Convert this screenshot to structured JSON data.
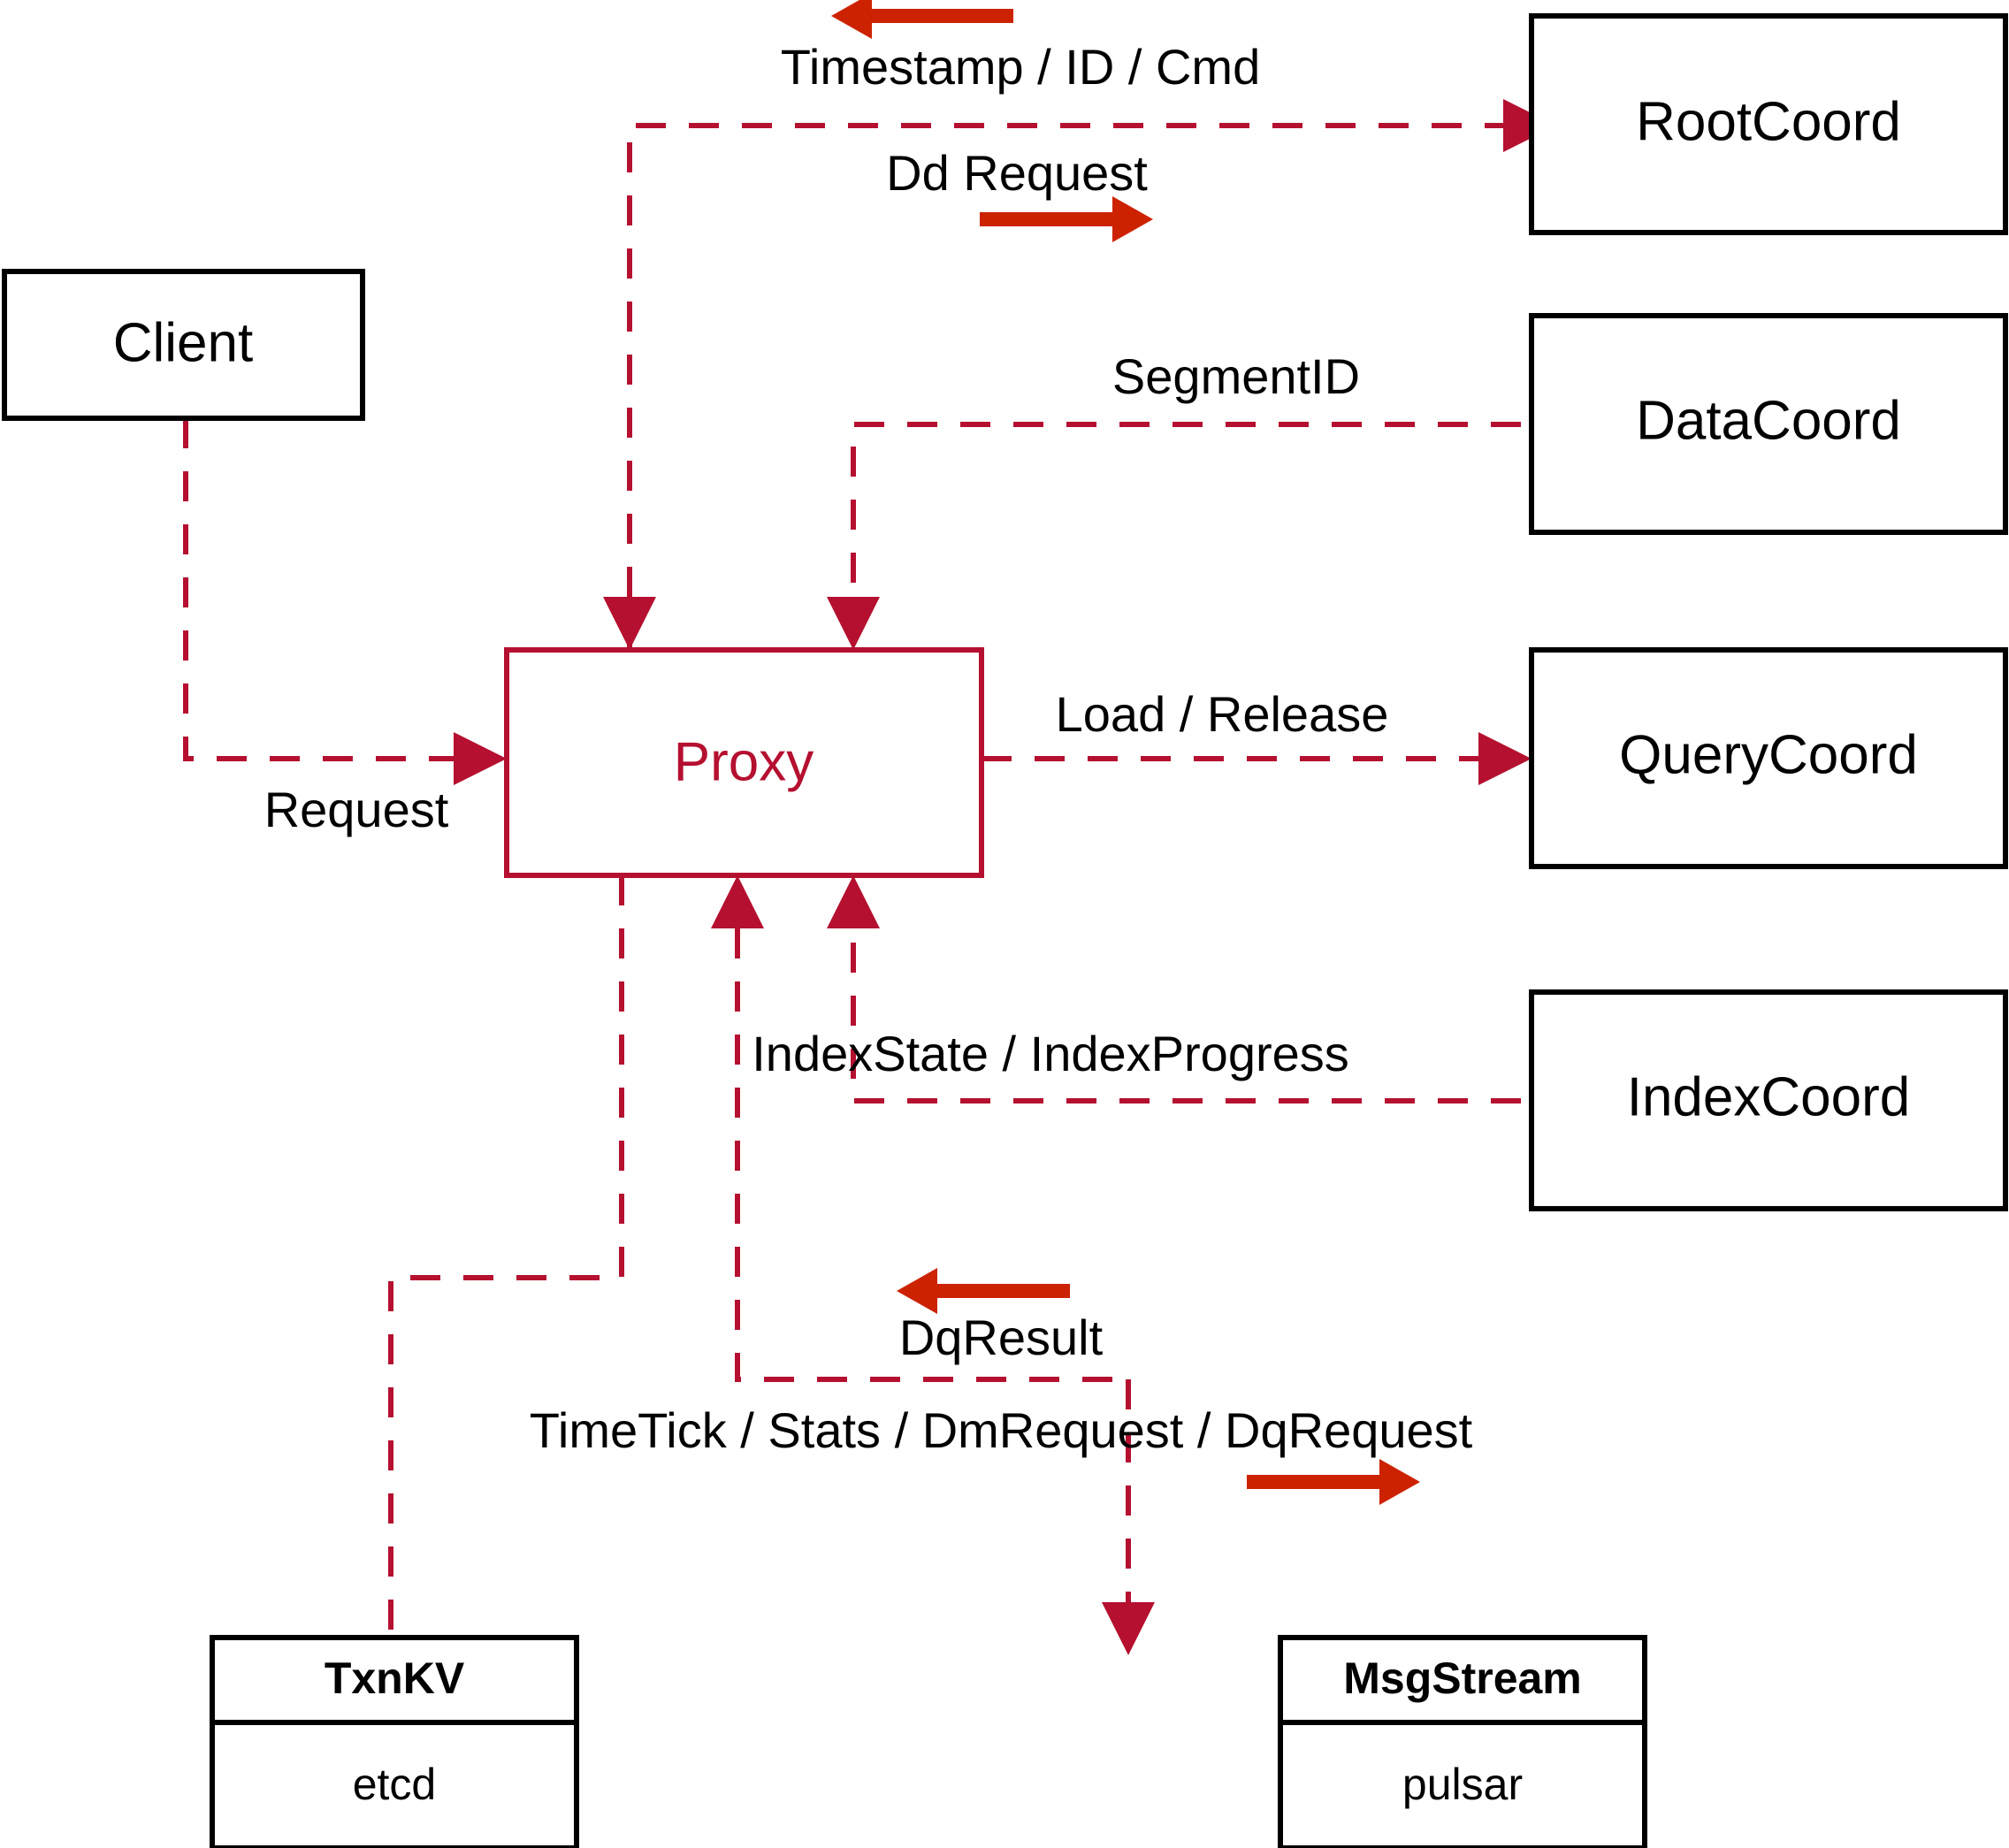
{
  "diagram": {
    "title": "Proxy interaction architecture",
    "colors": {
      "accent_red": "#b51030",
      "arrow_red": "#cc2200",
      "node_stroke": "#000000",
      "background": "#ffffff"
    },
    "nodes": [
      {
        "id": "client",
        "label": "Client",
        "style": "plain"
      },
      {
        "id": "proxy",
        "label": "Proxy",
        "style": "accent"
      },
      {
        "id": "rootcoord",
        "label": "RootCoord",
        "style": "plain"
      },
      {
        "id": "datacoord",
        "label": "DataCoord",
        "style": "plain"
      },
      {
        "id": "querycoord",
        "label": "QueryCoord",
        "style": "plain"
      },
      {
        "id": "indexcoord",
        "label": "IndexCoord",
        "style": "plain"
      },
      {
        "id": "txnkv",
        "label": "TxnKV",
        "sublabel": "etcd",
        "style": "split"
      },
      {
        "id": "msgstream",
        "label": "MsgStream",
        "sublabel": "pulsar",
        "style": "split"
      }
    ],
    "edge_labels": [
      {
        "id": "timestamp-id-cmd",
        "text": "Timestamp / ID / Cmd"
      },
      {
        "id": "dd-request",
        "text": "Dd Request"
      },
      {
        "id": "segment-id",
        "text": "SegmentID"
      },
      {
        "id": "load-release",
        "text": "Load / Release"
      },
      {
        "id": "index-state",
        "text": "IndexState / IndexProgress"
      },
      {
        "id": "request",
        "text": "Request"
      },
      {
        "id": "dq-result",
        "text": "DqResult"
      },
      {
        "id": "timetick-stats",
        "text": "TimeTick / Stats / DmRequest / DqRequest"
      }
    ]
  }
}
